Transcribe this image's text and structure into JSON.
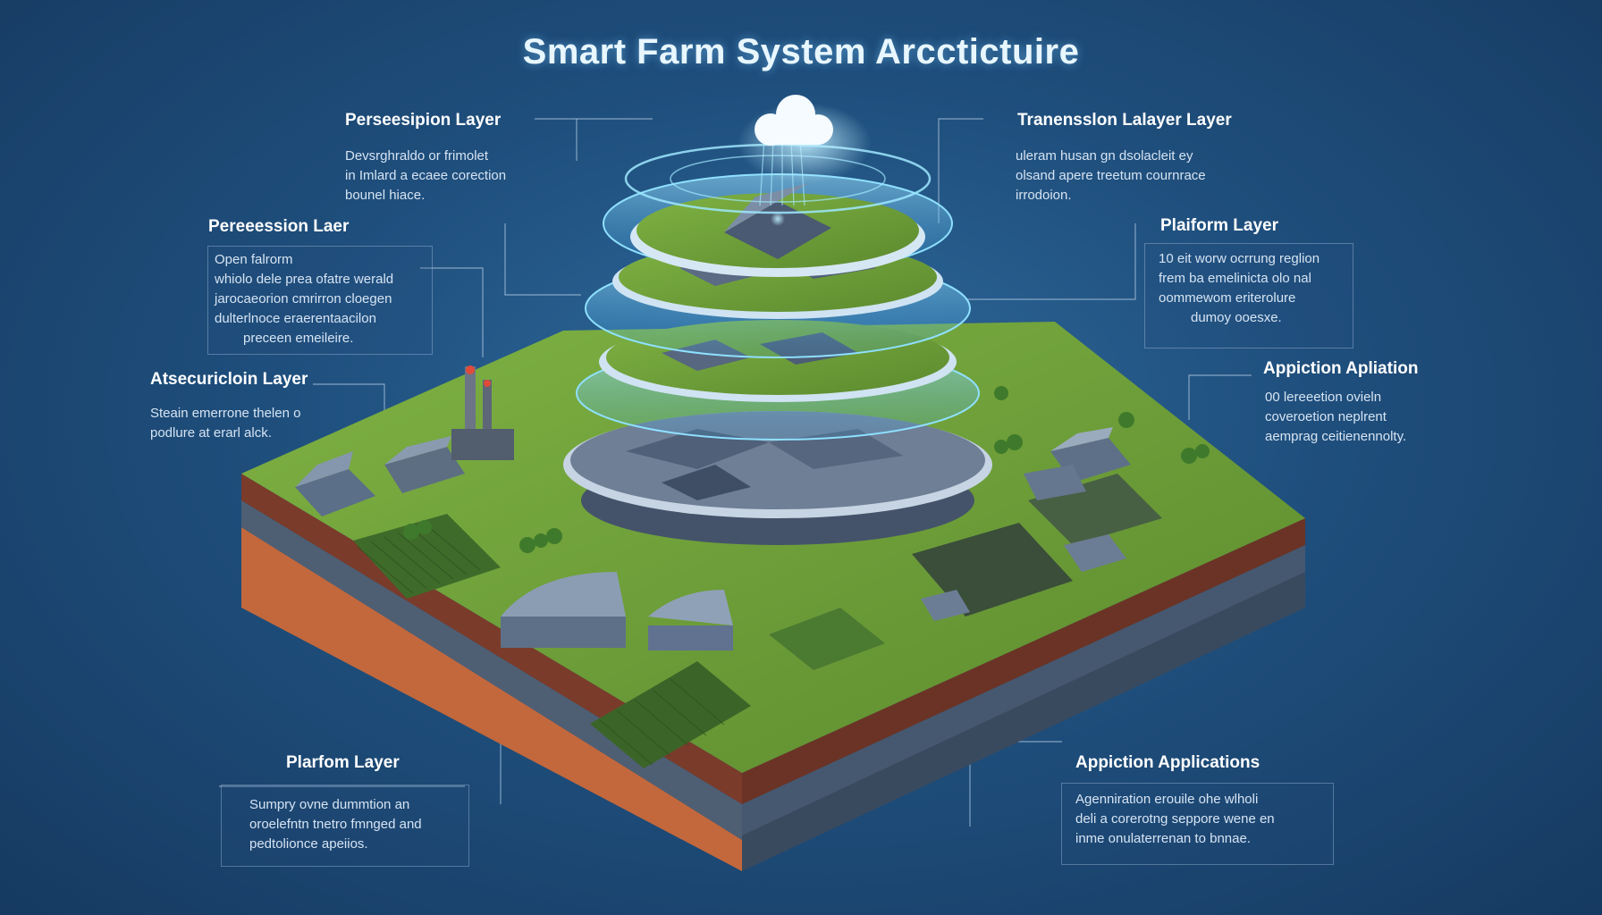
{
  "title": "Smart Farm System Arcctictuire",
  "annotations": [
    {
      "id": "perception-top",
      "title": "Perseesipion Layer",
      "lines": [
        "Devsrghraldo or frimolet",
        "in Imlard a ecaee corection",
        "bounel hiace."
      ]
    },
    {
      "id": "perception-left",
      "title": "Pereeession Laer",
      "lines": [
        "Open falrorm",
        "whiolo dele prea ofatre werald",
        "jarocaeorion cmrirron cloegen",
        "dulterlnoce eraerentaacilon",
        "preceen emeileire."
      ]
    },
    {
      "id": "association-left",
      "title": "Atsecuricloin Layer",
      "lines": [
        "Steain emerrone thelen o",
        "podlure at erarl alck."
      ]
    },
    {
      "id": "platform-bottom-left",
      "title": "Plarfom Layer",
      "lines": [
        "Sumpry ovne dummtion an",
        "oroelefntn tnetro fmnged and",
        "pedtolionce apeiios."
      ]
    },
    {
      "id": "transmission-right",
      "title": "Tranensslon Lalayer Layer",
      "lines": [
        "uleram husan gn dsolacleit ey",
        "olsand apere treetum cournrace",
        "irrodoion."
      ]
    },
    {
      "id": "platform-right",
      "title": "Plaiform Layer",
      "lines": [
        "10 eit worw ocrrung reglion",
        "frem ba emelinicta olo nal",
        "oommewom eriterolure",
        "dumoy ooesxe."
      ]
    },
    {
      "id": "application-right",
      "title": "Appiction Apliation",
      "lines": [
        "00 lereeetion ovieln",
        "coveroetion neplrent",
        "aemprag ceitienennolty."
      ]
    },
    {
      "id": "application-bottom-right",
      "title": "Appiction Applications",
      "lines": [
        "Agenniration erouile ohe wlholi",
        "deli a corerotng seppore wene en",
        "inme onulaterrenan to bnnae."
      ]
    }
  ],
  "colors": {
    "background": "#1f4f7d",
    "grass": "#6f9e3a",
    "soil_dark": "#7a3b2a",
    "soil_orange": "#c2683c",
    "soil_slate": "#4e5f74",
    "holo": "#6fd0ff",
    "connector": "#c8dcf0"
  },
  "icons": [
    "cloud-icon",
    "factory-chimney-icon",
    "barn-icon",
    "greenhouse-icon",
    "crop-field-icon"
  ]
}
